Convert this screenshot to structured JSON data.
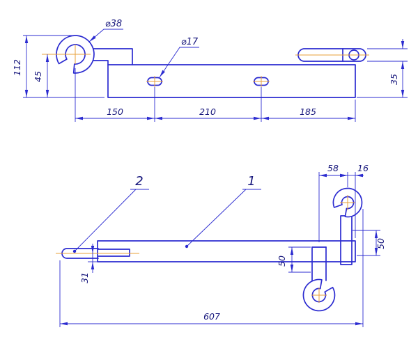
{
  "drawing": {
    "colors": {
      "line": "#2b2bd0",
      "centerline": "#e8a03a",
      "text": "#15157b",
      "background": "#ffffff"
    },
    "front_view": {
      "dia_hook": "⌀38",
      "dia_slot": "⌀17",
      "height_overall": "112",
      "height_hook_center": "45",
      "span_1": "150",
      "span_2": "210",
      "span_3": "185",
      "height_end": "35"
    },
    "top_view": {
      "part_1": "1",
      "part_2": "2",
      "offset_hook": "58",
      "offset_end": "16",
      "drop_right": "50",
      "drop_mid": "50",
      "offset_rod": "31",
      "length_overall": "607"
    }
  }
}
